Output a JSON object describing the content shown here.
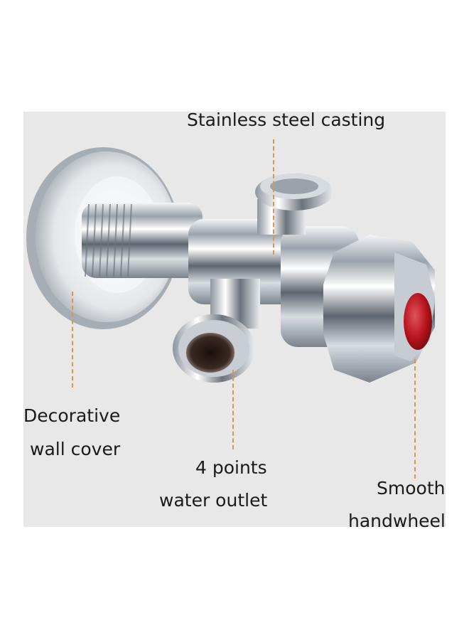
{
  "labels": {
    "casting": "Stainless steel casting",
    "wall_cover_1": "Decorative",
    "wall_cover_2": "wall cover",
    "outlet_1": "4 points",
    "outlet_2": "water outlet",
    "handwheel_1": "Smooth",
    "handwheel_2": "handwheel"
  },
  "colors": {
    "background": "#e8e8e8",
    "leader_line": "#e0954f",
    "handwheel_cap": "#b3121c",
    "text": "#1a1a1a"
  }
}
